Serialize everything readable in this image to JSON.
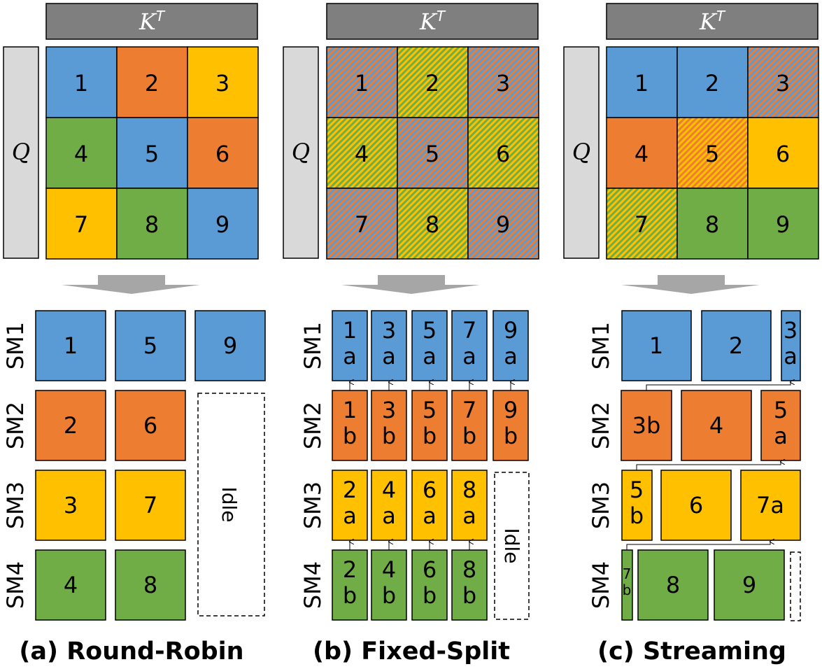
{
  "colors": {
    "blue": "#5b9bd5",
    "orange": "#ed7d31",
    "yellow": "#ffc000",
    "green": "#70ad47",
    "header_gray": "#7f7f7f",
    "q_gray": "#d9d9d9",
    "arrow_gray": "#a6a6a6"
  },
  "labels": {
    "kt": "K",
    "kt_sup": "T",
    "q": "Q",
    "sm_rows": [
      "SM1",
      "SM2",
      "SM3",
      "SM4"
    ],
    "idle": "Idle"
  },
  "panels": [
    {
      "caption": "(a) Round-Robin",
      "grid": [
        {
          "label": "1",
          "fill": "blue"
        },
        {
          "label": "2",
          "fill": "orange"
        },
        {
          "label": "3",
          "fill": "yellow"
        },
        {
          "label": "4",
          "fill": "green"
        },
        {
          "label": "5",
          "fill": "blue"
        },
        {
          "label": "6",
          "fill": "orange"
        },
        {
          "label": "7",
          "fill": "yellow"
        },
        {
          "label": "8",
          "fill": "green"
        },
        {
          "label": "9",
          "fill": "blue"
        }
      ],
      "schedule": [
        [
          {
            "text": "1"
          },
          {
            "text": "5"
          },
          {
            "text": "9"
          }
        ],
        [
          {
            "text": "2"
          },
          {
            "text": "6"
          }
        ],
        [
          {
            "text": "3"
          },
          {
            "text": "7"
          }
        ],
        [
          {
            "text": "4"
          },
          {
            "text": "8"
          }
        ]
      ]
    },
    {
      "caption": "(b) Fixed-Split",
      "grid": [
        {
          "label": "1",
          "fill": "hatch-ob"
        },
        {
          "label": "2",
          "fill": "hatch-yg"
        },
        {
          "label": "3",
          "fill": "hatch-ob"
        },
        {
          "label": "4",
          "fill": "hatch-yg"
        },
        {
          "label": "5",
          "fill": "hatch-ob"
        },
        {
          "label": "6",
          "fill": "hatch-yg"
        },
        {
          "label": "7",
          "fill": "hatch-ob"
        },
        {
          "label": "8",
          "fill": "hatch-yg"
        },
        {
          "label": "9",
          "fill": "hatch-ob"
        }
      ],
      "schedule": [
        [
          {
            "text": "1\na"
          },
          {
            "text": "3\na"
          },
          {
            "text": "5\na"
          },
          {
            "text": "7\na"
          },
          {
            "text": "9\na"
          }
        ],
        [
          {
            "text": "1\nb"
          },
          {
            "text": "3\nb"
          },
          {
            "text": "5\nb"
          },
          {
            "text": "7\nb"
          },
          {
            "text": "9\nb"
          }
        ],
        [
          {
            "text": "2\na"
          },
          {
            "text": "4\na"
          },
          {
            "text": "6\na"
          },
          {
            "text": "8\na"
          }
        ],
        [
          {
            "text": "2\nb"
          },
          {
            "text": "4\nb"
          },
          {
            "text": "6\nb"
          },
          {
            "text": "8\nb"
          }
        ]
      ]
    },
    {
      "caption": "(c) Streaming",
      "grid": [
        {
          "label": "1",
          "fill": "blue"
        },
        {
          "label": "2",
          "fill": "blue"
        },
        {
          "label": "3",
          "fill": "hatch-ob"
        },
        {
          "label": "4",
          "fill": "orange"
        },
        {
          "label": "5",
          "fill": "hatch-oy"
        },
        {
          "label": "6",
          "fill": "yellow"
        },
        {
          "label": "7",
          "fill": "hatch-yg"
        },
        {
          "label": "8",
          "fill": "green"
        },
        {
          "label": "9",
          "fill": "green"
        }
      ],
      "schedule": [
        [
          {
            "text": "1"
          },
          {
            "text": "2"
          },
          {
            "text": "3\na"
          }
        ],
        [
          {
            "text": "3b"
          },
          {
            "text": "4"
          },
          {
            "text": "5\na"
          }
        ],
        [
          {
            "text": "5\nb"
          },
          {
            "text": "6"
          },
          {
            "text": "7a"
          }
        ],
        [
          {
            "text": "7\nb"
          },
          {
            "text": "8"
          },
          {
            "text": "9"
          }
        ]
      ]
    }
  ]
}
